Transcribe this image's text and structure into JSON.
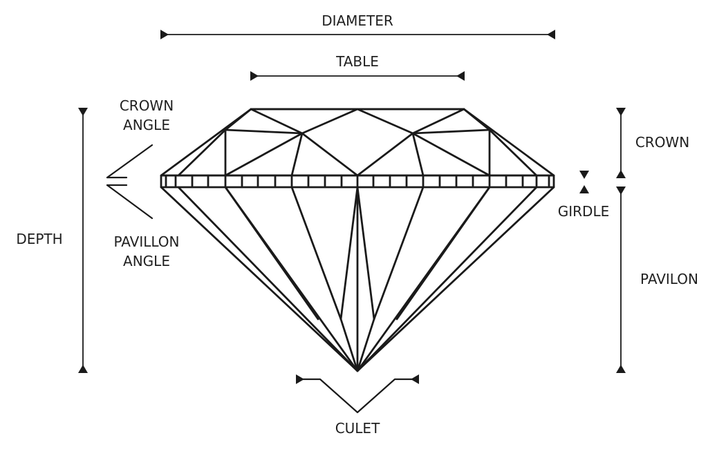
{
  "labels": {
    "diameter": "DIAMETER",
    "table": "TABLE",
    "crown_angle_1": "CROWN",
    "crown_angle_2": "ANGLE",
    "pavilion_angle_1": "PAVILLON",
    "pavilion_angle_2": "ANGLE",
    "depth": "DEPTH",
    "crown": "CROWN",
    "girdle": "GIRDLE",
    "pavilion": "PAVILON",
    "culet": "CULET"
  }
}
